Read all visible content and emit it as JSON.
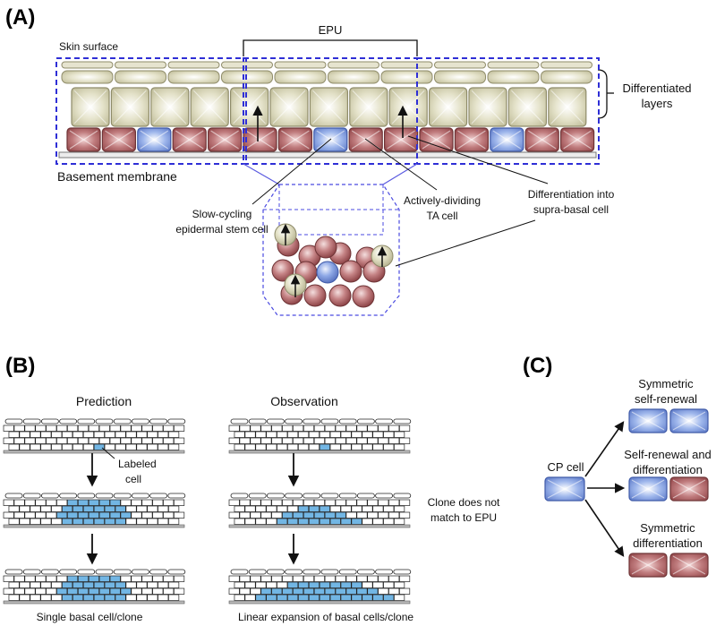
{
  "panels": {
    "A": {
      "label": "(A)",
      "epu": "EPU",
      "skin_surface": "Skin surface",
      "differentiated_layers": [
        "Differentiated",
        "layers"
      ],
      "basement_membrane": "Basement membrane",
      "stem_cell": [
        "Slow-cycling",
        "epidermal stem cell"
      ],
      "ta_cell": [
        "Actively-dividing",
        "TA cell"
      ],
      "supra_basal": [
        "Differentiation into",
        "supra-basal cell"
      ]
    },
    "B": {
      "label": "(B)",
      "prediction": "Prediction",
      "observation": "Observation",
      "labeled_cell": [
        "Labeled",
        "cell"
      ],
      "clone_note": [
        "Clone does not",
        "match to EPU"
      ],
      "single_basal": "Single basal cell/clone",
      "linear_expansion": "Linear expansion of basal cells/clone"
    },
    "C": {
      "label": "(C)",
      "cp_cell": "CP cell",
      "symmetric_self_renewal": [
        "Symmetric",
        "self-renewal"
      ],
      "self_renewal_diff": [
        "Self-renewal and",
        "differentiation"
      ],
      "symmetric_diff": [
        "Symmetric",
        "differentiation"
      ]
    }
  },
  "colors": {
    "stem_blue": "#7f9fe0",
    "ta_red": "#b56668",
    "diff_beige": "#dcdbc0",
    "label_blue": "#72b6e4",
    "box_dash": "#3a3ad8"
  }
}
